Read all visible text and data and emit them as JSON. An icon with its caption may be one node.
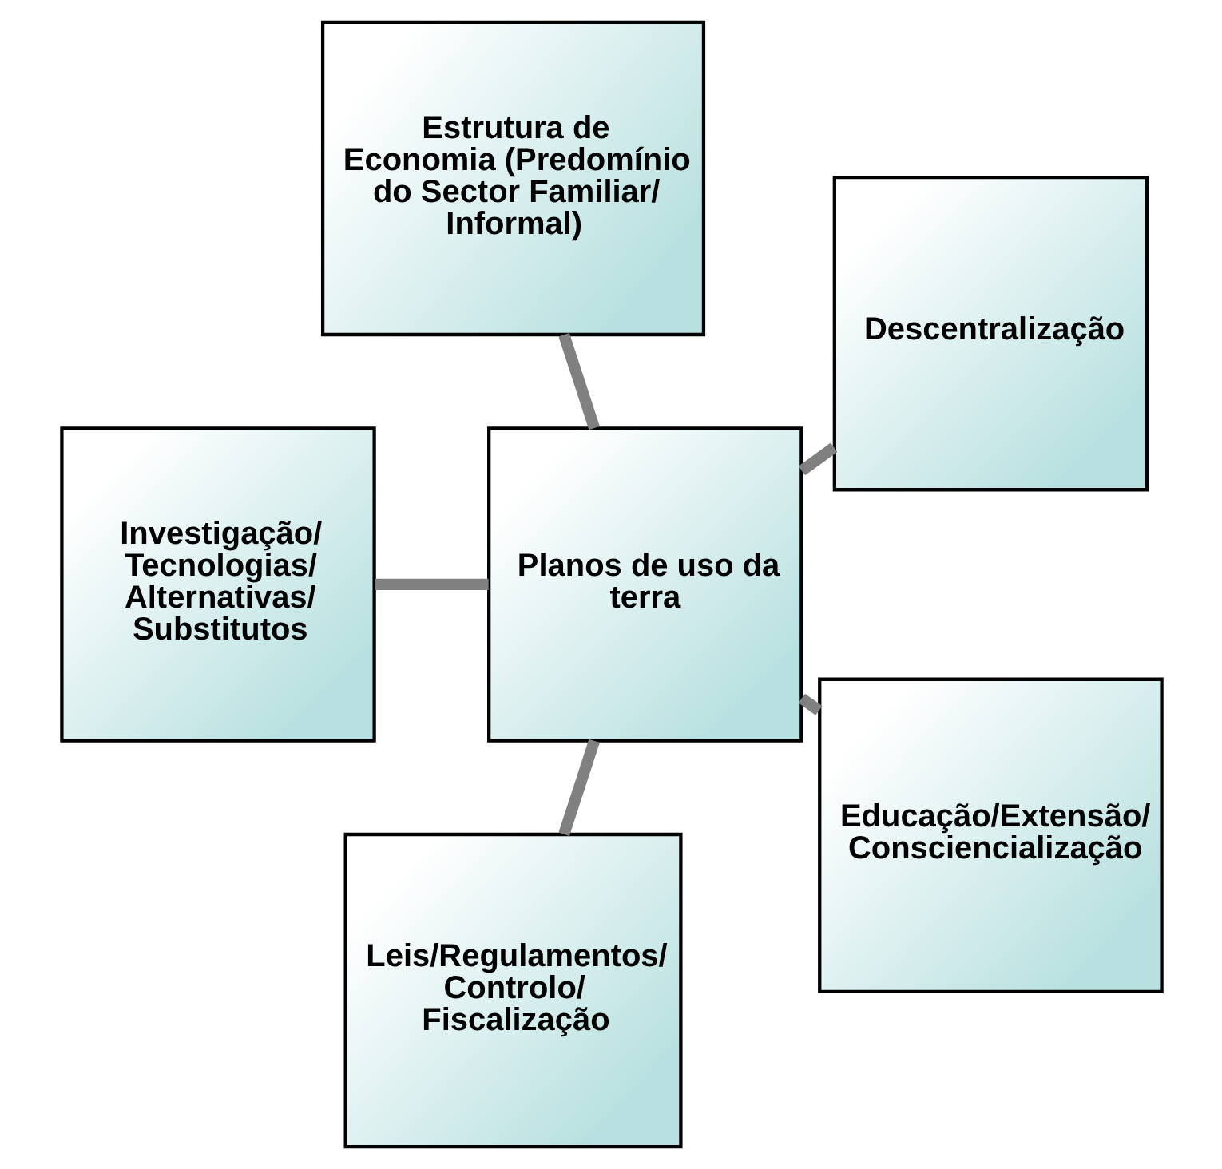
{
  "diagram": {
    "nodes": [
      {
        "text": [
          "Descentralização"
        ]
      },
      {
        "text": [
          "Estrutura de Economia (Predomínio do Sector Familiar/Informal)"
        ]
      },
      {
        "text": [
          "Planos de uso da terra"
        ]
      },
      {
        "text": [
          "Investigação/Tecnologias/Alternativas/Substitutos"
        ]
      },
      {
        "text": [
          "Leis/Regulamentos/Controlo/Fiscalização"
        ]
      },
      {
        "text": [
          "Educação/Extensão/Consciencialização"
        ]
      }
    ],
    "edges": [
      {
        "from": 2,
        "to": 0,
        "arrow": "none"
      },
      {
        "from": 2,
        "to": 1,
        "arrow": "none"
      },
      {
        "from": 2,
        "to": 3,
        "arrow": "none"
      },
      {
        "from": 2,
        "to": 4,
        "arrow": "none"
      },
      {
        "from": 2,
        "to": 5,
        "arrow": "none"
      }
    ]
  }
}
